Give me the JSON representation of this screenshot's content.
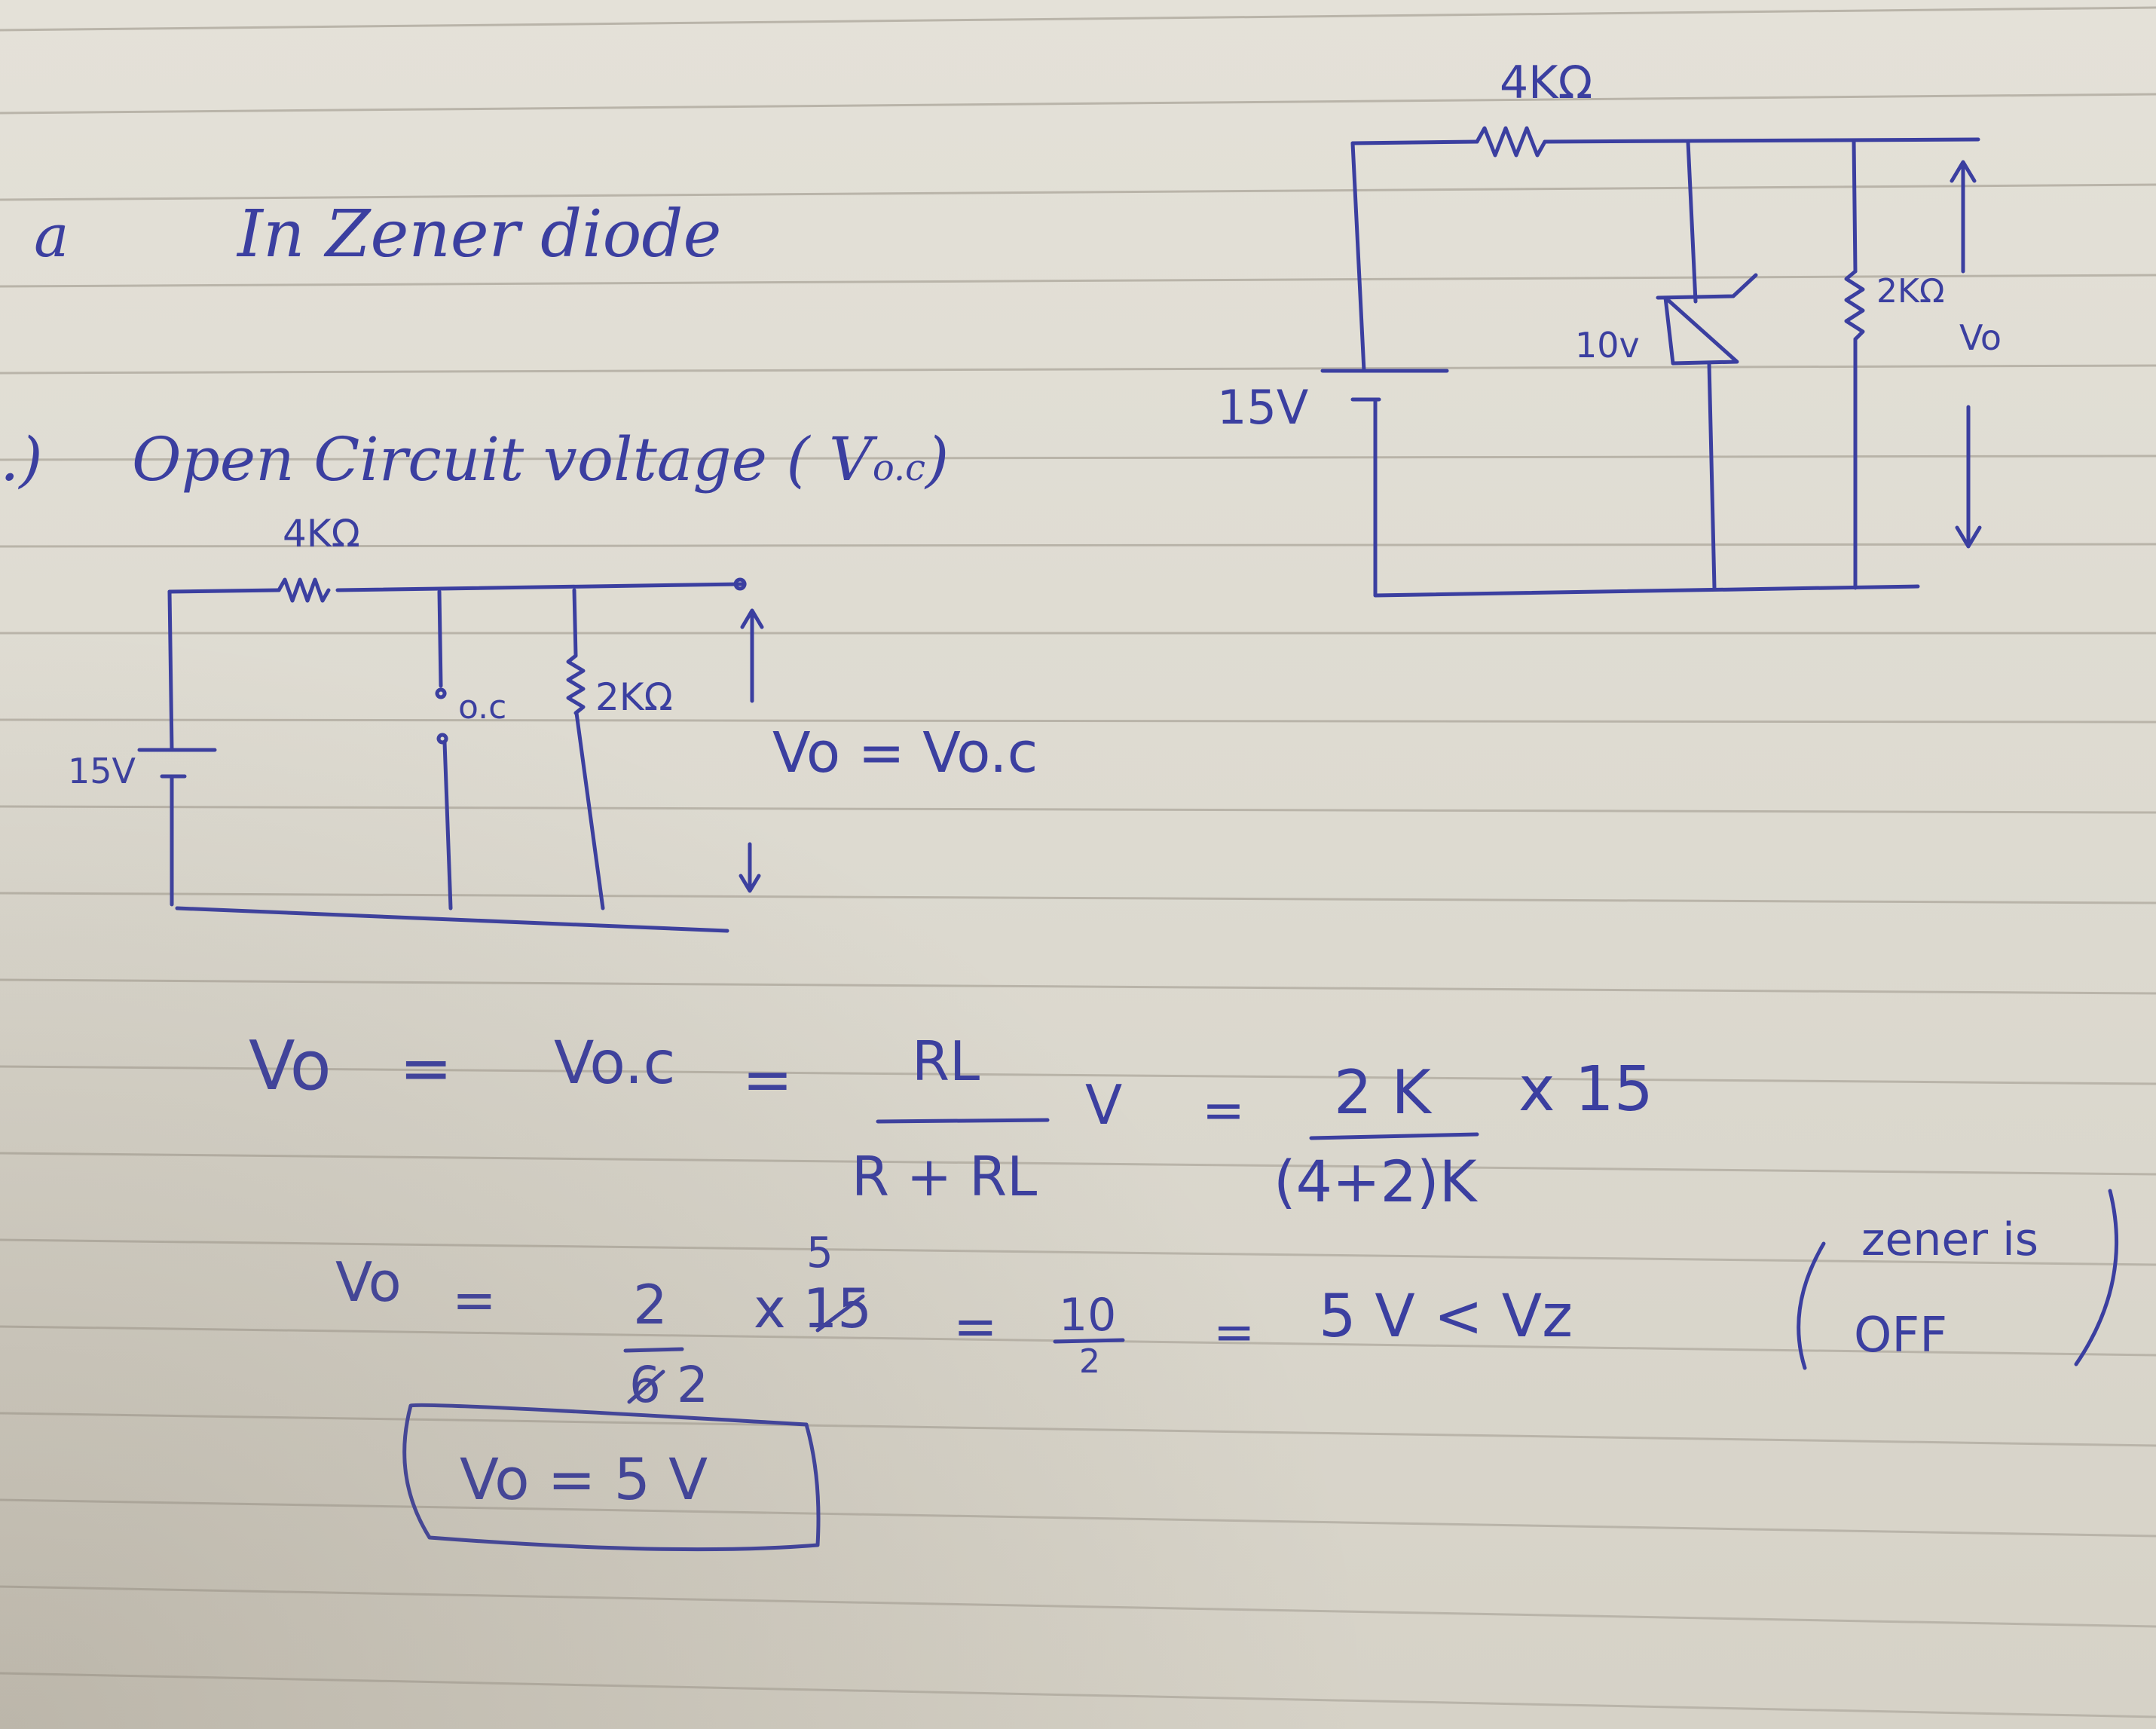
{
  "question": {
    "marker": "a",
    "title": "In Zener diode"
  },
  "part": {
    "marker": ".)",
    "heading": "Open Circuit voltage ( V",
    "heading_sub": "o.c",
    "heading_close": ")"
  },
  "circuit_main": {
    "resistor_label": "4KΩ",
    "source_label": "15V",
    "zener_label": "10v",
    "load_label": "2KΩ",
    "output_label": "Vo"
  },
  "circuit_open": {
    "resistor_label": "4KΩ",
    "source_label": "15V",
    "open_label": "o.c",
    "load_label": "2KΩ",
    "output_eq": "Vo = Vo.c"
  },
  "equations": {
    "line1_lhs": "Vo",
    "line1_eq1": "=",
    "line1_voc": "Vo.c",
    "line1_eq2": "=",
    "frac1_num": "RL",
    "frac1_den": "R + RL",
    "frac1_unit": "V",
    "line1_eq3": "=",
    "frac2_num": "2 K",
    "frac2_den": "(4+2)K",
    "line1_mult": "x 15",
    "line2_lhs": "Vo",
    "line2_eq1": "=",
    "frac3_num": "2",
    "frac3_den": "6 2",
    "line2_mult": "x 15",
    "line2_cancel": "5",
    "line2_eq2": "=",
    "frac4_num": "10",
    "frac4_den": "2",
    "line2_eq3": "=",
    "line2_result": "5 V < Vz",
    "note_line1": "zener is",
    "note_line2": "OFF",
    "boxed_result": "Vo = 5 V"
  }
}
